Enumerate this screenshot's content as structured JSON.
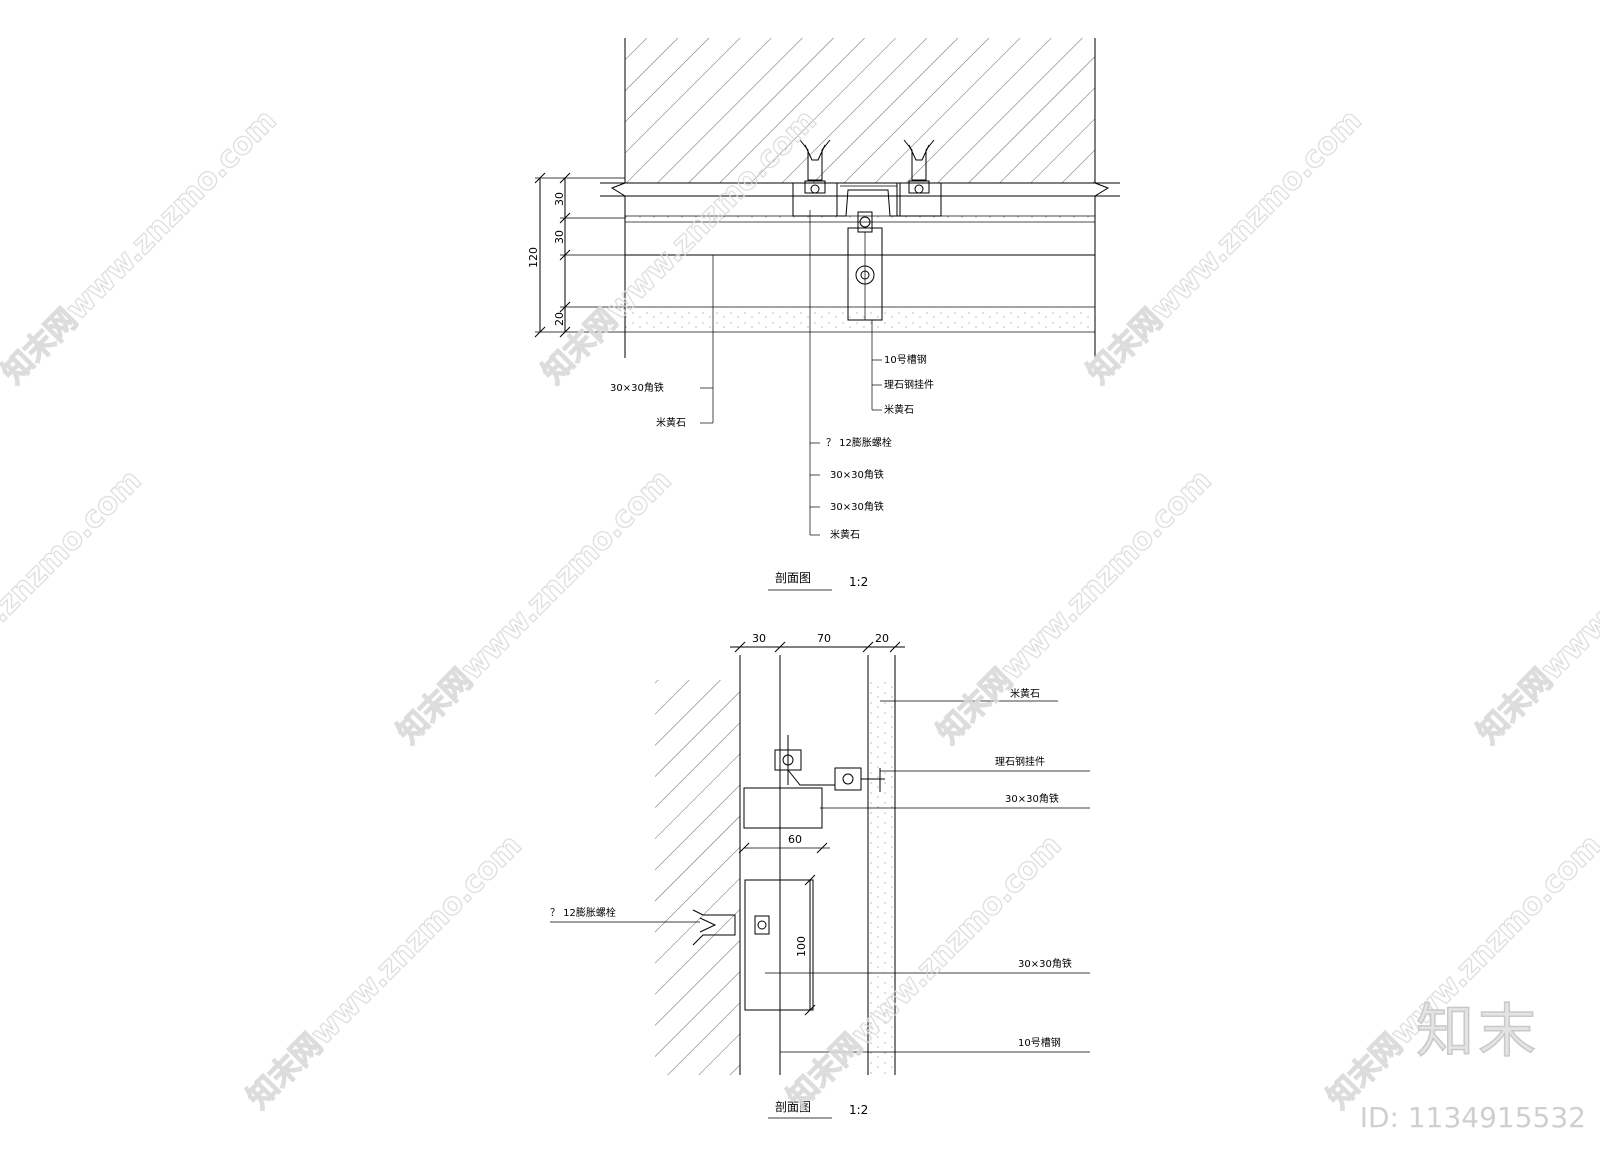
{
  "top_section": {
    "dims": {
      "d1": "30",
      "d2": "30",
      "d3": "120",
      "d4": "20"
    },
    "labels": {
      "channel_steel": "10号槽钢",
      "hanger": "理石钢挂件",
      "stone": "米黄石",
      "angle_left": "30×30角铁",
      "stone_left": "米黄石",
      "bolt": "？ 12膨胀螺栓",
      "angle_a": "30×30角铁",
      "angle_b": "30×30角铁",
      "stone_bottom": "米黄石"
    },
    "title": "剖面图",
    "scale": "1:2"
  },
  "bottom_section": {
    "dims": {
      "d30": "30",
      "d70": "70",
      "d20": "20",
      "d60": "60",
      "d100": "100"
    },
    "labels": {
      "stone": "米黄石",
      "hanger": "理石钢挂件",
      "angle_a": "30×30角铁",
      "bolt": "？ 12膨胀螺栓",
      "angle_b": "30×30角铁",
      "channel_steel": "10号槽钢"
    },
    "title": "剖面图",
    "scale": "1:2"
  },
  "watermark": {
    "text": "知末网www.znzmo.com",
    "brand": "知末",
    "id": "ID: 1134915532"
  }
}
